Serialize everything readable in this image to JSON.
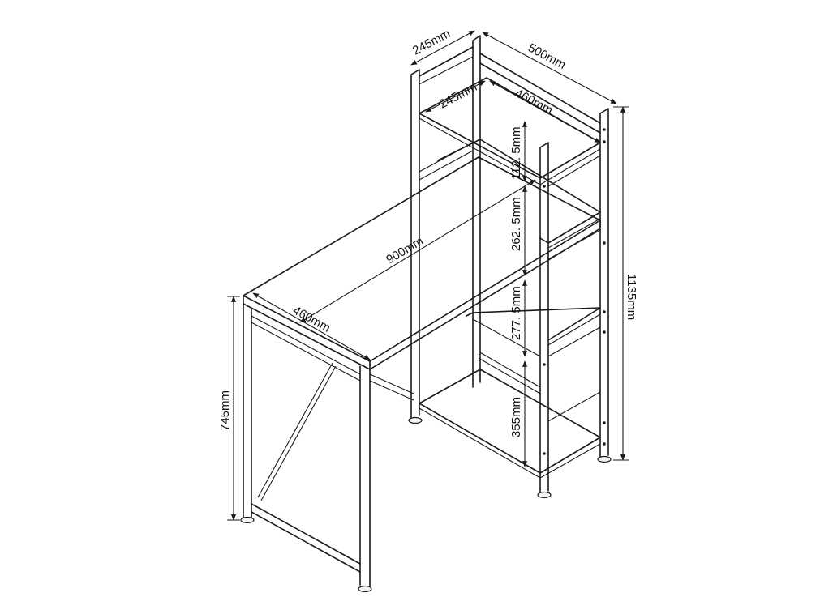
{
  "dimensions": {
    "top_depth": "245mm",
    "top_width": "500mm",
    "shelf_depth": "245mm",
    "shelf_width": "460mm",
    "gap_top": "112. 5mm",
    "gap_2": "262. 5mm",
    "gap_3": "277. 5mm",
    "gap_bottom": "355mm",
    "total_height": "1135mm",
    "desk_length": "900mm",
    "desk_depth": "460mm",
    "desk_height": "745mm"
  },
  "colors": {
    "line": "#1a1a1a",
    "background": "#ffffff"
  }
}
